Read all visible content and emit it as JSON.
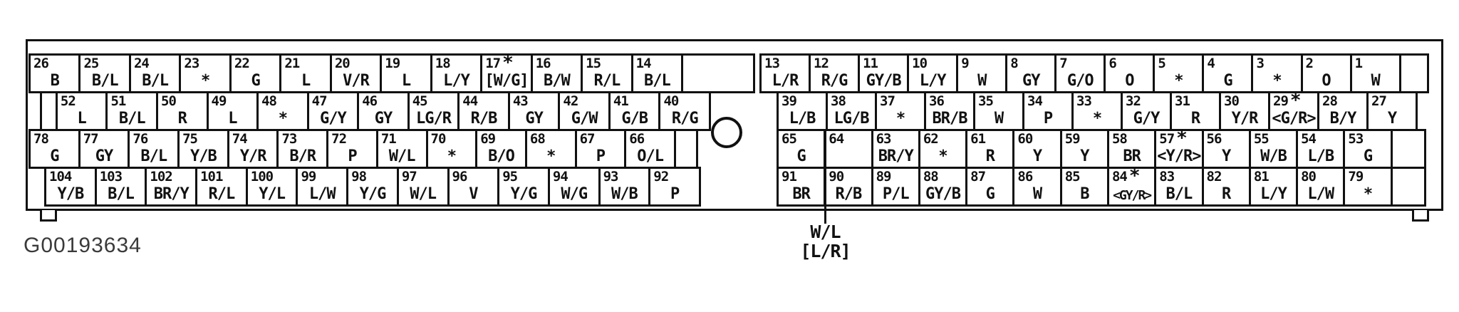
{
  "figure_id": "G00193634",
  "star_symbol": "*",
  "callout": {
    "wire": "W/L",
    "bracket": "[L/R]",
    "target_pin": "64"
  },
  "connector": {
    "rows": [
      {
        "left": [
          {
            "pin": "26",
            "color": "B"
          },
          {
            "pin": "25",
            "color": "B/L"
          },
          {
            "pin": "24",
            "color": "B/L"
          },
          {
            "pin": "23",
            "color": "*"
          },
          {
            "pin": "22",
            "color": "G"
          },
          {
            "pin": "21",
            "color": "L"
          },
          {
            "pin": "20",
            "color": "V/R"
          },
          {
            "pin": "19",
            "color": "L"
          },
          {
            "pin": "18",
            "color": "L/Y"
          },
          {
            "pin": "17",
            "star": true,
            "color": "[W/G]"
          },
          {
            "pin": "16",
            "color": "B/W"
          },
          {
            "pin": "15",
            "color": "R/L"
          },
          {
            "pin": "14",
            "color": "B/L"
          }
        ],
        "right": [
          {
            "pin": "13",
            "color": "L/R"
          },
          {
            "pin": "12",
            "color": "R/G"
          },
          {
            "pin": "11",
            "color": "GY/B"
          },
          {
            "pin": "10",
            "color": "L/Y"
          },
          {
            "pin": "9",
            "color": "W"
          },
          {
            "pin": "8",
            "color": "GY"
          },
          {
            "pin": "7",
            "color": "G/O"
          },
          {
            "pin": "6",
            "color": "O"
          },
          {
            "pin": "5",
            "color": "*"
          },
          {
            "pin": "4",
            "color": "G"
          },
          {
            "pin": "3",
            "color": "*"
          },
          {
            "pin": "2",
            "color": "O"
          },
          {
            "pin": "1",
            "color": "W"
          }
        ]
      },
      {
        "left": [
          {
            "pin": "52",
            "color": "L"
          },
          {
            "pin": "51",
            "color": "B/L"
          },
          {
            "pin": "50",
            "color": "R"
          },
          {
            "pin": "49",
            "color": "L"
          },
          {
            "pin": "48",
            "color": "*"
          },
          {
            "pin": "47",
            "color": "G/Y"
          },
          {
            "pin": "46",
            "color": "GY"
          },
          {
            "pin": "45",
            "color": "LG/R"
          },
          {
            "pin": "44",
            "color": "R/B"
          },
          {
            "pin": "43",
            "color": "GY"
          },
          {
            "pin": "42",
            "color": "G/W"
          },
          {
            "pin": "41",
            "color": "G/B"
          },
          {
            "pin": "40",
            "color": "R/G"
          }
        ],
        "right": [
          {
            "pin": "39",
            "color": "L/B"
          },
          {
            "pin": "38",
            "color": "LG/B"
          },
          {
            "pin": "37",
            "color": "*"
          },
          {
            "pin": "36",
            "color": "BR/B"
          },
          {
            "pin": "35",
            "color": "W"
          },
          {
            "pin": "34",
            "color": "P"
          },
          {
            "pin": "33",
            "color": "*"
          },
          {
            "pin": "32",
            "color": "G/Y"
          },
          {
            "pin": "31",
            "color": "R"
          },
          {
            "pin": "30",
            "color": "Y/R"
          },
          {
            "pin": "29",
            "star": true,
            "color": "<G/R>"
          },
          {
            "pin": "28",
            "color": "B/Y"
          },
          {
            "pin": "27",
            "color": "Y"
          }
        ]
      },
      {
        "left": [
          {
            "pin": "78",
            "color": "G"
          },
          {
            "pin": "77",
            "color": "GY"
          },
          {
            "pin": "76",
            "color": "B/L"
          },
          {
            "pin": "75",
            "color": "Y/B"
          },
          {
            "pin": "74",
            "color": "Y/R"
          },
          {
            "pin": "73",
            "color": "B/R"
          },
          {
            "pin": "72",
            "color": "P"
          },
          {
            "pin": "71",
            "color": "W/L"
          },
          {
            "pin": "70",
            "color": "*"
          },
          {
            "pin": "69",
            "color": "B/O"
          },
          {
            "pin": "68",
            "color": "*"
          },
          {
            "pin": "67",
            "color": "P"
          },
          {
            "pin": "66",
            "color": "O/L"
          }
        ],
        "right": [
          {
            "pin": "65",
            "color": "G"
          },
          {
            "pin": "64",
            "color": "",
            "leader": true
          },
          {
            "pin": "63",
            "color": "BR/Y"
          },
          {
            "pin": "62",
            "color": "*"
          },
          {
            "pin": "61",
            "color": "R"
          },
          {
            "pin": "60",
            "color": "Y"
          },
          {
            "pin": "59",
            "color": "Y"
          },
          {
            "pin": "58",
            "color": "BR"
          },
          {
            "pin": "57",
            "star": true,
            "color": "<Y/R>"
          },
          {
            "pin": "56",
            "color": "Y"
          },
          {
            "pin": "55",
            "color": "W/B"
          },
          {
            "pin": "54",
            "color": "L/B"
          },
          {
            "pin": "53",
            "color": "G"
          }
        ]
      },
      {
        "left": [
          {
            "pin": "104",
            "color": "Y/B"
          },
          {
            "pin": "103",
            "color": "B/L"
          },
          {
            "pin": "102",
            "color": "BR/Y"
          },
          {
            "pin": "101",
            "color": "R/L"
          },
          {
            "pin": "100",
            "color": "Y/L"
          },
          {
            "pin": "99",
            "color": "L/W"
          },
          {
            "pin": "98",
            "color": "Y/G"
          },
          {
            "pin": "97",
            "color": "W/L"
          },
          {
            "pin": "96",
            "color": "V"
          },
          {
            "pin": "95",
            "color": "Y/G"
          },
          {
            "pin": "94",
            "color": "W/G"
          },
          {
            "pin": "93",
            "color": "W/B"
          },
          {
            "pin": "92",
            "color": "P"
          }
        ],
        "right": [
          {
            "pin": "91",
            "color": "BR"
          },
          {
            "pin": "90",
            "color": "R/B"
          },
          {
            "pin": "89",
            "color": "P/L"
          },
          {
            "pin": "88",
            "color": "GY/B"
          },
          {
            "pin": "87",
            "color": "G"
          },
          {
            "pin": "86",
            "color": "W"
          },
          {
            "pin": "85",
            "color": "B"
          },
          {
            "pin": "84",
            "star": true,
            "color": "<GY/R>"
          },
          {
            "pin": "83",
            "color": "B/L"
          },
          {
            "pin": "82",
            "color": "R"
          },
          {
            "pin": "81",
            "color": "L/Y"
          },
          {
            "pin": "80",
            "color": "L/W"
          },
          {
            "pin": "79",
            "color": "*"
          }
        ]
      }
    ]
  }
}
